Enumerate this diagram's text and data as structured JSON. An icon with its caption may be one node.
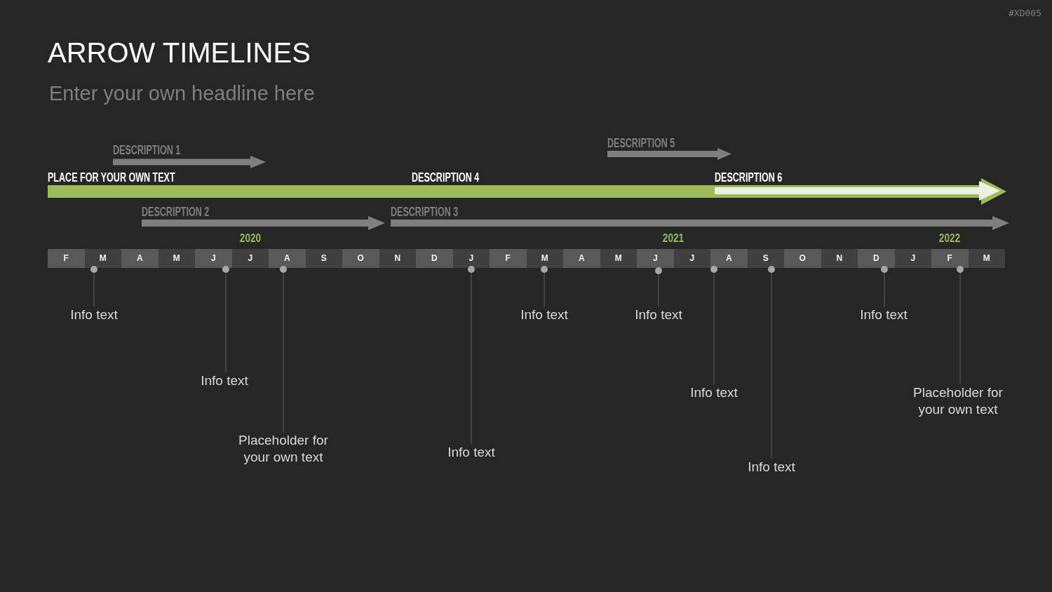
{
  "diagram": {
    "title": "ARROW TIMELINES",
    "nodes": [
      {
        "text": [
          "DESCRIPTION 1"
        ]
      },
      {
        "text": [
          "DESCRIPTION 5"
        ]
      },
      {
        "text": [
          "PLACE FOR YOUR OWN TEXT",
          "DESCRIPTION 4"
        ]
      },
      {
        "text": [
          "DESCRIPTION 6"
        ],
        "in": 2
      },
      {
        "text": [
          "DESCRIPTION 2"
        ]
      },
      {
        "text": [
          "DESCRIPTION 3"
        ]
      },
      {
        "text": [],
        "shape": "circle"
      },
      {
        "text": [
          "Info text"
        ]
      },
      {
        "text": [],
        "shape": "circle"
      },
      {
        "text": [
          "Info text"
        ]
      },
      {
        "text": [],
        "shape": "circle"
      },
      {
        "text": [
          "Placeholder for your own text"
        ]
      },
      {
        "text": [],
        "shape": "circle"
      },
      {
        "text": [
          "Info text"
        ]
      },
      {
        "text": [],
        "shape": "circle"
      },
      {
        "text": [
          "Info text"
        ]
      },
      {
        "text": [],
        "shape": "circle"
      },
      {
        "text": [
          "Info text"
        ]
      },
      {
        "text": [],
        "shape": "circle"
      },
      {
        "text": [
          "Info text"
        ]
      },
      {
        "text": [],
        "shape": "circle"
      },
      {
        "text": [
          "Info text"
        ]
      },
      {
        "text": [],
        "shape": "circle"
      },
      {
        "text": [
          "Info text"
        ]
      },
      {
        "text": [],
        "shape": "circle"
      },
      {
        "text": [
          "Placeholder for your own text"
        ]
      }
    ],
    "edges": [
      {
        "from": 7,
        "to": 6,
        "arrow": "none"
      },
      {
        "from": 9,
        "to": 8,
        "arrow": "none"
      },
      {
        "from": 11,
        "to": 10,
        "arrow": "none"
      },
      {
        "from": 13,
        "to": 12,
        "arrow": "none"
      },
      {
        "from": 15,
        "to": 14,
        "arrow": "none"
      },
      {
        "from": 17,
        "to": 16,
        "arrow": "none"
      },
      {
        "from": 19,
        "to": 18,
        "arrow": "none"
      },
      {
        "from": 21,
        "to": 20,
        "arrow": "none"
      },
      {
        "from": 23,
        "to": 22,
        "arrow": "none"
      },
      {
        "from": 25,
        "to": 24,
        "arrow": "none"
      }
    ],
    "labels": [
      "#XD005",
      "Enter your own headline here",
      "2020",
      "2021",
      "2022",
      "F",
      "M",
      "A",
      "M",
      "J",
      "J",
      "A",
      "S",
      "O",
      "N",
      "D",
      "J",
      "F",
      "M",
      "A",
      "M",
      "J",
      "J",
      "A",
      "S",
      "O",
      "N",
      "D",
      "J",
      "F",
      "M"
    ]
  }
}
